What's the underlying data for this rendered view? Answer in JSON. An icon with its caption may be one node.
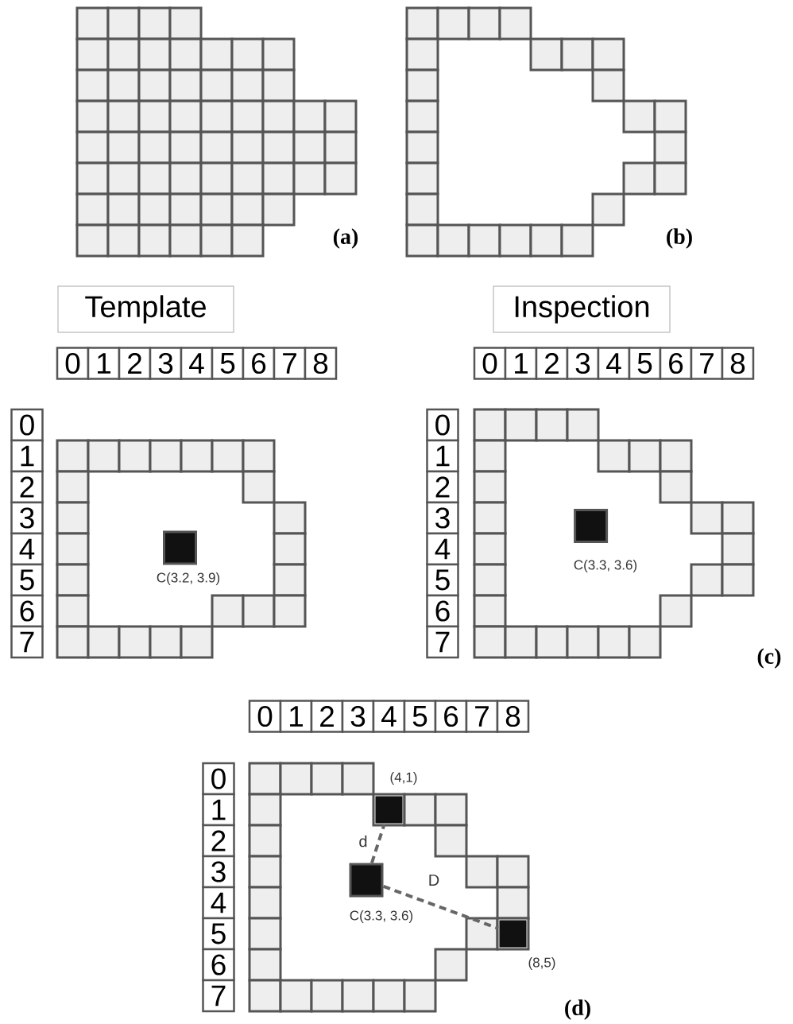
{
  "diagram": {
    "nodes": [
      {
        "text": [
          "Template"
        ]
      },
      {
        "text": [
          "Inspection"
        ]
      },
      {
        "text": [
          "0"
        ]
      },
      {
        "text": [
          "1"
        ]
      },
      {
        "text": [
          "2"
        ]
      },
      {
        "text": [
          "3"
        ]
      },
      {
        "text": [
          "4"
        ]
      },
      {
        "text": [
          "5"
        ]
      },
      {
        "text": [
          "6"
        ]
      },
      {
        "text": [
          "7"
        ]
      },
      {
        "text": [
          "8"
        ]
      },
      {
        "text": [
          "0"
        ]
      },
      {
        "text": [
          "1"
        ]
      },
      {
        "text": [
          "2"
        ]
      },
      {
        "text": [
          "3"
        ]
      },
      {
        "text": [
          "4"
        ]
      },
      {
        "text": [
          "5"
        ]
      },
      {
        "text": [
          "6"
        ]
      },
      {
        "text": [
          "7"
        ]
      },
      {
        "text": [
          "8"
        ]
      },
      {
        "text": [
          "0"
        ]
      },
      {
        "text": [
          "1"
        ]
      },
      {
        "text": [
          "2"
        ]
      },
      {
        "text": [
          "3"
        ]
      },
      {
        "text": [
          "4"
        ]
      },
      {
        "text": [
          "5"
        ]
      },
      {
        "text": [
          "6"
        ]
      },
      {
        "text": [
          "7"
        ]
      },
      {
        "text": [],
        "shape": "box",
        "beside": [
          "C(3.2, 3.9)"
        ]
      },
      {
        "text": [
          "0"
        ]
      },
      {
        "text": [
          "1"
        ]
      },
      {
        "text": [
          "2"
        ]
      },
      {
        "text": [
          "3"
        ]
      },
      {
        "text": [
          "4"
        ]
      },
      {
        "text": [
          "5"
        ]
      },
      {
        "text": [
          "6"
        ]
      },
      {
        "text": [
          "7"
        ]
      },
      {
        "text": [],
        "shape": "box",
        "beside": [
          "C(3.3, 3.6)"
        ]
      },
      {
        "text": [
          "0"
        ]
      },
      {
        "text": [
          "1"
        ]
      },
      {
        "text": [
          "2"
        ]
      },
      {
        "text": [
          "3"
        ]
      },
      {
        "text": [
          "4"
        ]
      },
      {
        "text": [
          "5"
        ]
      },
      {
        "text": [
          "6"
        ]
      },
      {
        "text": [
          "7"
        ]
      },
      {
        "text": [
          "8"
        ]
      },
      {
        "text": [
          "0"
        ]
      },
      {
        "text": [
          "1"
        ]
      },
      {
        "text": [
          "2"
        ]
      },
      {
        "text": [
          "3"
        ]
      },
      {
        "text": [
          "4"
        ]
      },
      {
        "text": [
          "5"
        ]
      },
      {
        "text": [
          "6"
        ]
      },
      {
        "text": [
          "7"
        ]
      },
      {
        "text": [],
        "shape": "box",
        "beside": [
          "(4,1)"
        ]
      },
      {
        "text": [],
        "shape": "box",
        "beside": [
          "C(3.3, 3.6)"
        ]
      },
      {
        "text": [],
        "shape": "box",
        "beside": [
          "(8,5)"
        ]
      }
    ],
    "edges": [
      {
        "from": 56,
        "to": 55,
        "arrow": "none",
        "label": "d",
        "style": "dashed"
      },
      {
        "from": 56,
        "to": 57,
        "arrow": "none",
        "label": "D",
        "style": "dashed"
      }
    ],
    "labels": [
      "(a)",
      "(b)",
      "(c)",
      "(d)"
    ]
  }
}
